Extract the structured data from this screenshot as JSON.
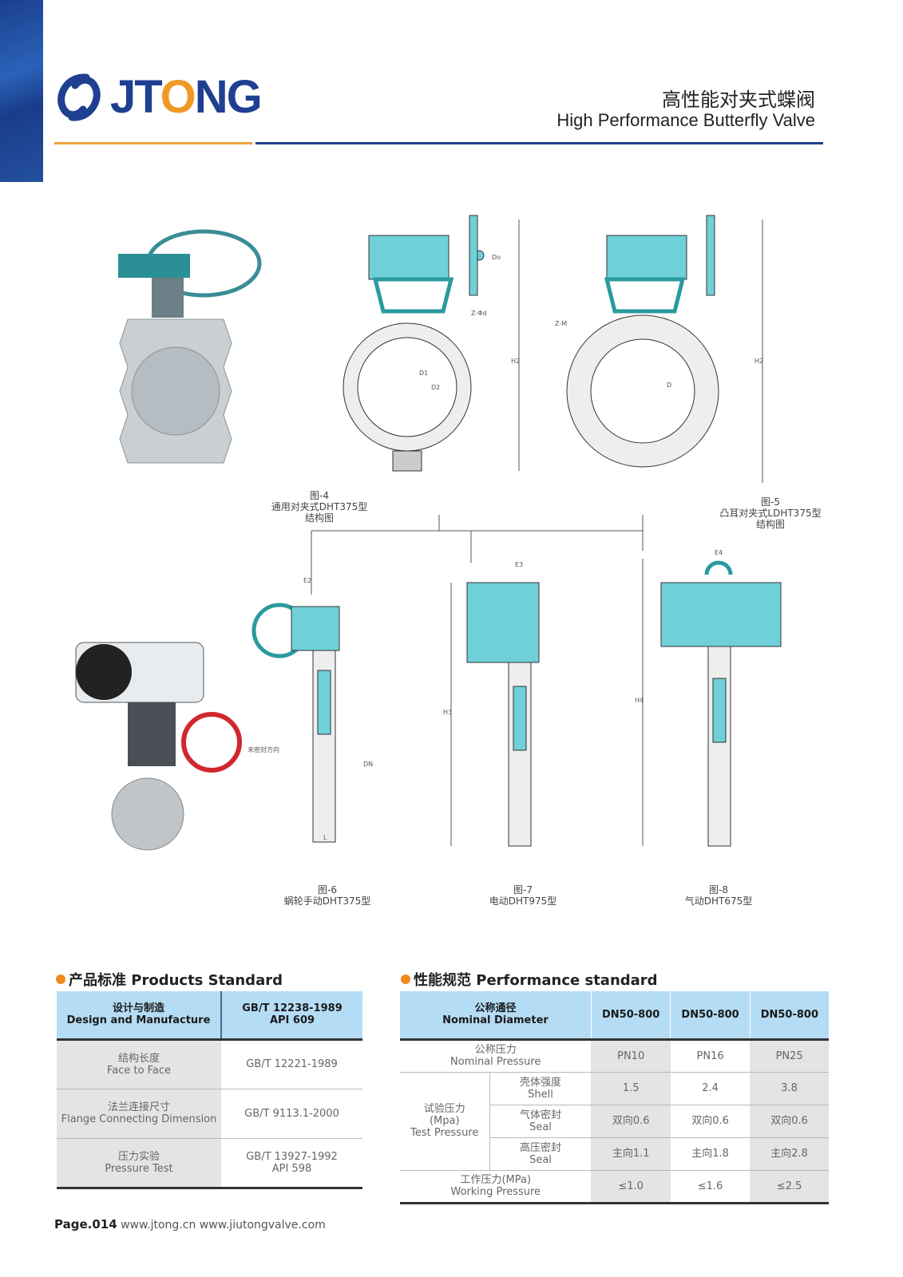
{
  "header": {
    "brand": "JTONG",
    "title_zh": "高性能对夹式蝶阀",
    "title_en": "High Performance Butterfly Valve"
  },
  "figures": [
    {
      "num": "图-4",
      "name": "通用对夹式DHT375型",
      "sub": "结构图"
    },
    {
      "num": "图-5",
      "name": "凸耳对夹式LDHT375型",
      "sub": "结构图"
    },
    {
      "num": "图-6",
      "name": "蜗轮手动DHT375型",
      "sub": ""
    },
    {
      "num": "图-7",
      "name": "电动DHT975型",
      "sub": ""
    },
    {
      "num": "图-8",
      "name": "气动DHT675型",
      "sub": ""
    }
  ],
  "dim_labels": {
    "do": "Do",
    "zd": "Z-Φd",
    "h2": "H2",
    "d1": "D1",
    "d2": "D2",
    "zm": "Z-M",
    "d": "D",
    "e2": "E2",
    "e3": "E3",
    "e4": "E4",
    "h3": "H3",
    "h4": "H4",
    "dn": "DN",
    "l": "L",
    "seal_dir": "未密封方向"
  },
  "products_standard": {
    "title": "产品标准 Products Standard",
    "header": {
      "zh": "设计与制造",
      "en": "Design and Manufacture",
      "value": "GB/T 12238-1989",
      "value2": "API 609"
    },
    "rows": [
      {
        "zh": "结构长度",
        "en": "Face to Face",
        "value": "GB/T 12221-1989",
        "value2": ""
      },
      {
        "zh": "法兰连接尺寸",
        "en": "Flange Connecting Dimension",
        "value": "GB/T 9113.1-2000",
        "value2": ""
      },
      {
        "zh": "压力实验",
        "en": "Pressure Test",
        "value": "GB/T 13927-1992",
        "value2": "API 598"
      }
    ]
  },
  "performance_standard": {
    "title": "性能规范 Performance standard",
    "header": {
      "zh": "公称通径",
      "en": "Nominal Diameter",
      "cols": [
        "DN50-800",
        "DN50-800",
        "DN50-800"
      ]
    },
    "nominal_pressure": {
      "zh": "公称压力",
      "en": "Nominal Pressure",
      "values": [
        "PN10",
        "PN16",
        "PN25"
      ]
    },
    "test_pressure": {
      "zh": "试验压力",
      "unit": "(Mpa)",
      "en": "Test Pressure",
      "rows": [
        {
          "zh": "壳体强度",
          "en": "Shell",
          "values": [
            "1.5",
            "2.4",
            "3.8"
          ]
        },
        {
          "zh": "气体密封",
          "en": "Seal",
          "values": [
            "双向0.6",
            "双向0.6",
            "双向0.6"
          ]
        },
        {
          "zh": "高压密封",
          "en": "Seal",
          "values": [
            "主向1.1",
            "主向1.8",
            "主向2.8"
          ]
        }
      ]
    },
    "working_pressure": {
      "zh": "工作压力(MPa)",
      "en": "Working Pressure",
      "values": [
        "≤1.0",
        "≤1.6",
        "≤2.5"
      ]
    }
  },
  "footer": {
    "page": "Page.014",
    "urls": "www.jtong.cn  www.jiutongvalve.com"
  }
}
